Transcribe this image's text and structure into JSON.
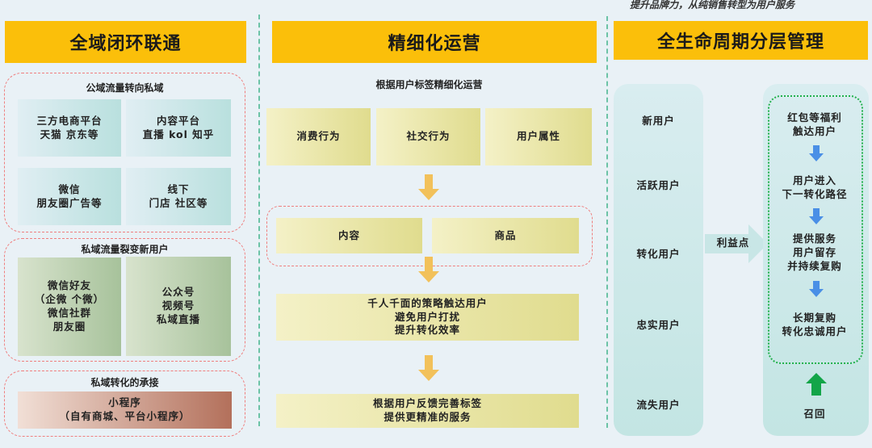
{
  "tagline": "提升品牌力，从纯销售转型为用户服务",
  "col1": {
    "title": "全域闭环联通",
    "groups": [
      {
        "title": "公域流量转向私域",
        "items": [
          "三方电商平台\n天猫 京东等",
          "内容平台\n直播 kol 知乎",
          "微信\n朋友圈广告等",
          "线下\n门店 社区等"
        ]
      },
      {
        "title": "私域流量裂变新用户",
        "items": [
          "微信好友\n（企微 个微）\n微信社群\n朋友圈",
          "公众号\n视频号\n私域直播"
        ]
      },
      {
        "title": "私域转化的承接",
        "items": [
          "小程序\n（自有商城、平台小程序）"
        ]
      }
    ]
  },
  "col2": {
    "title": "精细化运营",
    "subtitle": "根据用户标签精细化运营",
    "tags": [
      "消费行为",
      "社交行为",
      "用户属性"
    ],
    "outputs": [
      "内容",
      "商品"
    ],
    "strategy": "千人千面的策略触达用户\n避免用户打扰\n提升转化效率",
    "feedback": "根据用户反馈完善标签\n提供更精准的服务"
  },
  "col3": {
    "title": "全生命周期分层管理",
    "stages": [
      "新用户",
      "活跃用户",
      "转化用户",
      "忠实用户",
      "流失用户"
    ],
    "benefit": "利益点",
    "steps": [
      "红包等福利\n触达用户",
      "用户进入\n下一转化路径",
      "提供服务\n用户留存\n并持续复购",
      "长期复购\n转化忠诚用户"
    ],
    "recall": "召回"
  },
  "colors": {
    "header": "#fbbf0a",
    "dash_red": "#ef7f7f",
    "dash_green": "#22b14c",
    "arrow_blue": "#4a8fe6",
    "arrow_green": "#12a548",
    "arrow_gold": "#f2c15a"
  }
}
